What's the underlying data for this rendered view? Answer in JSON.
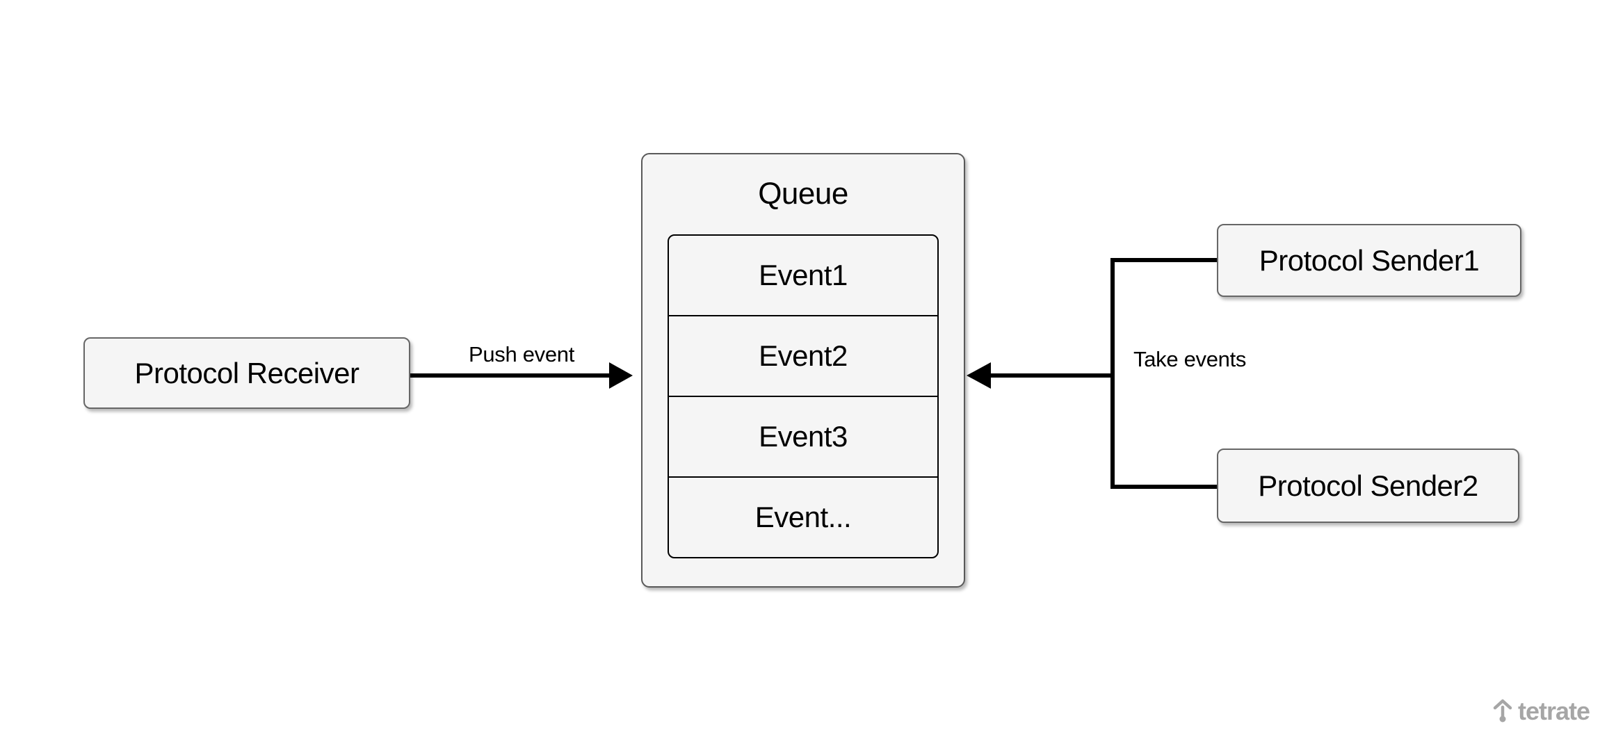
{
  "diagram": {
    "nodes": {
      "receiver": {
        "label": "Protocol Receiver"
      },
      "queue": {
        "title": "Queue",
        "events": [
          "Event1",
          "Event2",
          "Event3",
          "Event..."
        ]
      },
      "sender1": {
        "label": "Protocol Sender1"
      },
      "sender2": {
        "label": "Protocol Sender2"
      }
    },
    "edges": {
      "push": {
        "label": "Push event"
      },
      "take": {
        "label": "Take events"
      }
    }
  },
  "branding": {
    "logo_text": "tetrate"
  },
  "colors": {
    "background": "#ffffff",
    "node_fill": "#f5f5f5",
    "node_border": "#666666",
    "inner_border": "#000000",
    "edge_stroke": "#000000",
    "text": "#000000",
    "brand": "#a6a6a6"
  }
}
